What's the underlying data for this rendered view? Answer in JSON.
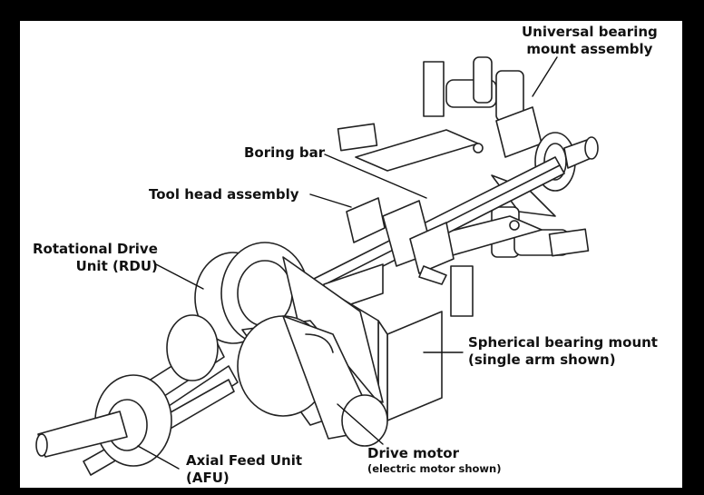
{
  "labels": {
    "universal_bearing": [
      "Universal bearing",
      "mount assembly"
    ],
    "boring_bar": "Boring bar",
    "tool_head": "Tool head assembly",
    "rdu": [
      "Rotational Drive",
      "Unit (RDU)"
    ],
    "spherical_bearing": [
      "Spherical bearing mount",
      "(single arm shown)"
    ],
    "drive_motor": [
      "Drive motor",
      "(electric motor shown)"
    ],
    "afu": [
      "Axial Feed Unit",
      "(AFU)"
    ]
  }
}
